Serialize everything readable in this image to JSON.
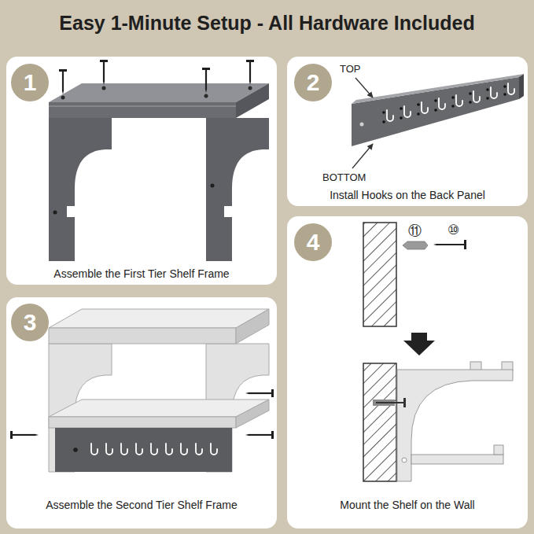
{
  "diagram": {
    "title": "Easy 1-Minute Setup - All Hardware Included",
    "nodes": [
      {
        "text": [
          "Assemble the First Tier Shelf Frame"
        ]
      },
      {
        "text": [
          "1"
        ],
        "in": 0
      },
      {
        "text": [
          "Install Hooks on the Back Panel"
        ]
      },
      {
        "text": [
          "2"
        ],
        "in": 2
      },
      {
        "text": [
          "Assemble the Second Tier Shelf Frame"
        ]
      },
      {
        "text": [
          "3"
        ],
        "in": 4
      },
      {
        "text": [
          "Mount the Shelf on the Wall"
        ]
      },
      {
        "text": [
          "4"
        ],
        "in": 6
      }
    ],
    "labels": [
      "TOP",
      "BOTTOM",
      "⑪",
      "⑩"
    ]
  }
}
